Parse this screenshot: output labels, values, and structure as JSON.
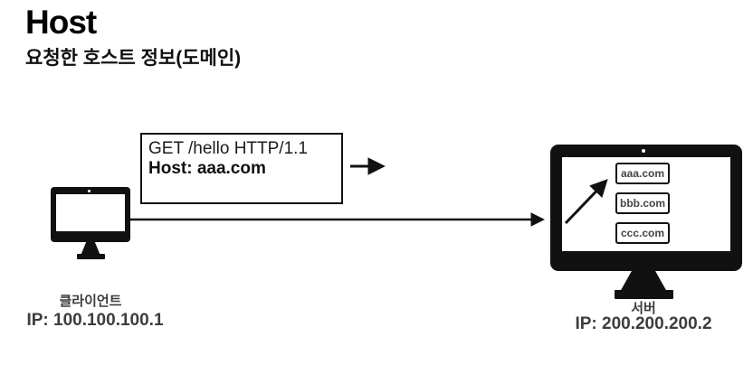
{
  "header": {
    "title": "Host",
    "subtitle": "요청한 호스트 정보(도메인)"
  },
  "request_box": {
    "request_line": "GET /hello HTTP/1.1",
    "host_line": "Host: aaa.com"
  },
  "client": {
    "label": "클라이언트",
    "ip": "IP: 100.100.100.1"
  },
  "server": {
    "label": "서버",
    "ip": "IP: 200.200.200.2",
    "virtual_hosts": [
      "aaa.com",
      "bbb.com",
      "ccc.com"
    ]
  },
  "colors": {
    "ink": "#111111",
    "label_text": "#3d3d3d",
    "background": "#ffffff"
  }
}
